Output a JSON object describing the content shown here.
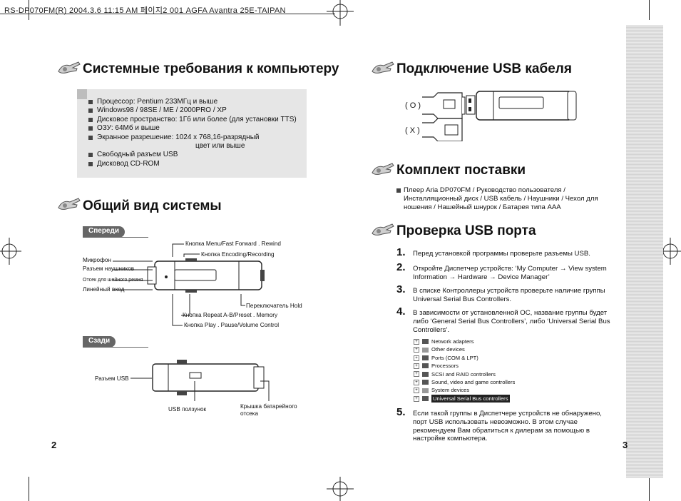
{
  "header": {
    "print_line": "RS-DP070FM(R) 2004.3.6 11:15 AM 페이지2 001 AGFA Avantra 25E-TAIPAN"
  },
  "left": {
    "sys_req": {
      "title": "Системные требования к компьютеру",
      "items": [
        "Процессор: Pentium 233МГц и выше",
        "Windows98 / 98SE / ME / 2000PRO / XP",
        "Дисковое пространство: 1Гб или более (для установки TTS)",
        "ОЗУ: 64Мб и выше",
        "Экранное разрешение: 1024 x 768,16-разрядный",
        "Свободный разъем USB",
        "Дисковод CD-ROM"
      ],
      "item4_cont": "цвет или выше"
    },
    "overview": {
      "title": "Общий вид системы",
      "front_label": "Спереди",
      "back_label": "Сзади",
      "front_callouts": {
        "menu": "Кнопка Menu/Fast Forward . Rewind",
        "encoding": "Кнопка Encoding/Recording",
        "mic": "Микрофон",
        "headphones": "Разъем наушников",
        "lanyard": "Отсек для шейного ремня",
        "line_in": "Линейный вход",
        "hold": "Переключатель Hold",
        "repeat": "Кнопка Repeat A-B/Preset . Memory",
        "play": "Кнопка Play . Pause/Volume Control"
      },
      "back_callouts": {
        "usb_port": "Разъем USB",
        "usb_slider": "USB ползунок",
        "battery_cover": "Крышка батарейного отсека"
      }
    },
    "page_number": "2"
  },
  "right": {
    "usb_cable": {
      "title": "Подключение USB кабеля",
      "ok_mark": "( O )",
      "no_mark": "( X )"
    },
    "package": {
      "title": "Комплект поставки",
      "text": "Плеер Aria DP070FM / Руководство пользователя / Инсталляционный диск / USB кабель / Наушники / Чехол для ношения / Нашейный шнурок / Батарея типа AAA"
    },
    "usb_check": {
      "title": "Проверка USB порта",
      "steps": [
        {
          "num": "1.",
          "text": "Перед установкой программы проверьте разъемы USB."
        },
        {
          "num": "2.",
          "text": "Откройте Диспетчер устройств: ‘My Computer → View system Information → Hardware → Device Manager’"
        },
        {
          "num": "3.",
          "text": "В списке Контроллеры устройств проверьте наличие группы Universal Serial Bus Controllers."
        },
        {
          "num": "4.",
          "text": "В зависимости от установленной ОС, название группы будет либо ‘General Serial Bus Controllers’, либо ‘Universal Serial Bus Controllers’."
        },
        {
          "num": "5.",
          "text": "Если такой группы в Диспетчере устройств не обнаружено, порт USB использовать невозможно. В этом случае рекомендуем Вам обратиться к дилерам за помощью в настройке компьютера."
        }
      ],
      "device_manager": [
        "Network adapters",
        "Other devices",
        "Ports (COM & LPT)",
        "Processors",
        "SCSI and RAID controllers",
        "Sound, video and game controllers",
        "System devices",
        "Universal Serial Bus controllers"
      ]
    },
    "page_number": "3"
  }
}
